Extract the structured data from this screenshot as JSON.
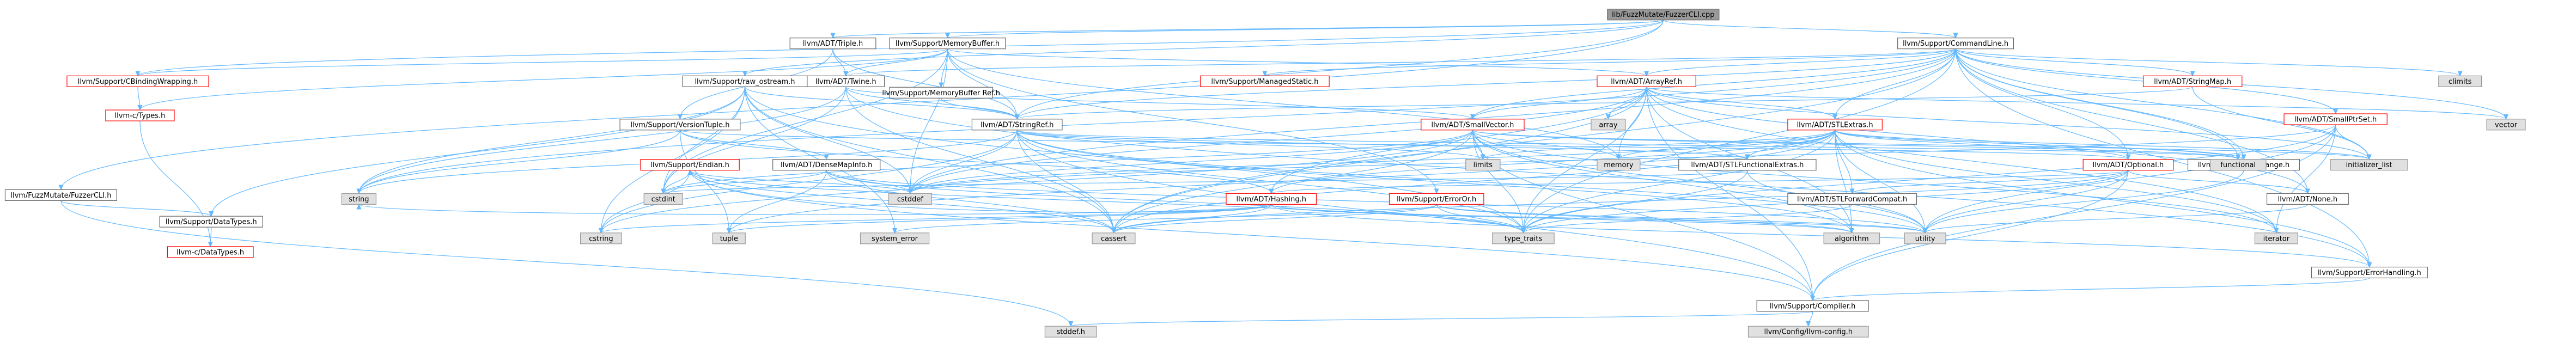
{
  "colors": {
    "root_fill": "#999999",
    "root_stroke": "#666666",
    "default_fill": "#ffffff",
    "default_stroke": "#666666",
    "highlight_stroke": "#ff0000",
    "system_fill": "#e0e0e0",
    "system_stroke": "#999999",
    "edge": "#63b8ff",
    "arrow_head": "#63b8ff",
    "text": "#000000"
  },
  "nodes": {
    "root": {
      "label": "lib/FuzzMutate/FuzzerCLI.cpp",
      "kind": "root"
    },
    "fuzzercli_h": {
      "label": "llvm/FuzzMutate/FuzzerCLI.h",
      "kind": "default"
    },
    "triple": {
      "label": "llvm/ADT/Triple.h",
      "kind": "default"
    },
    "memorybuffer": {
      "label": "llvm/Support/MemoryBuffer.h",
      "kind": "default"
    },
    "commandline": {
      "label": "llvm/Support/CommandLine.h",
      "kind": "default"
    },
    "cbinding": {
      "label": "llvm/Support/CBindingWrapping.h",
      "kind": "highlight"
    },
    "ctypes": {
      "label": "llvm-c/Types.h",
      "kind": "highlight"
    },
    "datatypes": {
      "label": "llvm/Support/DataTypes.h",
      "kind": "default"
    },
    "cdatatypes": {
      "label": "llvm-c/DataTypes.h",
      "kind": "highlight"
    },
    "twine": {
      "label": "llvm/ADT/Twine.h",
      "kind": "default"
    },
    "rawostream": {
      "label": "llvm/Support/raw_ostream.h",
      "kind": "default"
    },
    "memorybufferref": {
      "label": "llvm/Support/MemoryBuffer Ref.h",
      "kind": "default"
    },
    "managedstatic": {
      "label": "llvm/Support/ManagedStatic.h",
      "kind": "highlight"
    },
    "arrayref": {
      "label": "llvm/ADT/ArrayRef.h",
      "kind": "highlight"
    },
    "stringmap": {
      "label": "llvm/ADT/StringMap.h",
      "kind": "highlight"
    },
    "smallptrset": {
      "label": "llvm/ADT/SmallPtrSet.h",
      "kind": "highlight"
    },
    "versiontuple": {
      "label": "llvm/Support/VersionTuple.h",
      "kind": "default"
    },
    "stringref": {
      "label": "llvm/ADT/StringRef.h",
      "kind": "default"
    },
    "smallvector": {
      "label": "llvm/ADT/SmallVector.h",
      "kind": "highlight"
    },
    "stlextras": {
      "label": "llvm/ADT/STLExtras.h",
      "kind": "highlight"
    },
    "endian": {
      "label": "llvm/Support/Endian.h",
      "kind": "highlight"
    },
    "densemapinfo": {
      "label": "llvm/ADT/DenseMapInfo.h",
      "kind": "default"
    },
    "stlfunctional": {
      "label": "llvm/ADT/STLFunctionalExtras.h",
      "kind": "default"
    },
    "optional": {
      "label": "llvm/ADT/Optional.h",
      "kind": "highlight"
    },
    "iteratorrange": {
      "label": "llvm/ADT/iterator_range.h",
      "kind": "default"
    },
    "hashing": {
      "label": "llvm/ADT/Hashing.h",
      "kind": "highlight"
    },
    "erroror": {
      "label": "llvm/Support/ErrorOr.h",
      "kind": "highlight"
    },
    "stlforward": {
      "label": "llvm/ADT/STLForwardCompat.h",
      "kind": "default"
    },
    "none": {
      "label": "llvm/ADT/None.h",
      "kind": "default"
    },
    "errorhandling": {
      "label": "llvm/Support/ErrorHandling.h",
      "kind": "default"
    },
    "compiler": {
      "label": "llvm/Support/Compiler.h",
      "kind": "default"
    },
    "config": {
      "label": "llvm/Config/llvm-config.h",
      "kind": "system"
    },
    "stddef": {
      "label": "stddef.h",
      "kind": "system"
    },
    "climits": {
      "label": "climits",
      "kind": "system"
    },
    "vector": {
      "label": "vector",
      "kind": "system"
    },
    "array": {
      "label": "array",
      "kind": "system"
    },
    "memory": {
      "label": "memory",
      "kind": "system"
    },
    "limits": {
      "label": "limits",
      "kind": "system"
    },
    "functional": {
      "label": "functional",
      "kind": "system"
    },
    "initializer_list": {
      "label": "initializer_list",
      "kind": "system"
    },
    "cstdint": {
      "label": "cstdint",
      "kind": "system"
    },
    "cstddef": {
      "label": "cstddef",
      "kind": "system"
    },
    "string": {
      "label": "string",
      "kind": "system"
    },
    "cstring": {
      "label": "cstring",
      "kind": "system"
    },
    "tuple": {
      "label": "tuple",
      "kind": "system"
    },
    "system_error": {
      "label": "system_error",
      "kind": "system"
    },
    "cassert": {
      "label": "cassert",
      "kind": "system"
    },
    "type_traits": {
      "label": "type_traits",
      "kind": "system"
    },
    "algorithm": {
      "label": "algorithm",
      "kind": "system"
    },
    "utility": {
      "label": "utility",
      "kind": "system"
    },
    "iterator": {
      "label": "iterator",
      "kind": "system"
    }
  },
  "edges": [
    [
      "root",
      "fuzzercli_h"
    ],
    [
      "root",
      "triple"
    ],
    [
      "root",
      "memorybuffer"
    ],
    [
      "root",
      "commandline"
    ],
    [
      "root",
      "stringref"
    ],
    [
      "root",
      "rawostream"
    ],
    [
      "root",
      "cbinding"
    ],
    [
      "fuzzercli_h",
      "datatypes"
    ],
    [
      "fuzzercli_h",
      "stddef"
    ],
    [
      "triple",
      "twine"
    ],
    [
      "triple",
      "versiontuple"
    ],
    [
      "triple",
      "stringref"
    ],
    [
      "memorybuffer",
      "ctypes"
    ],
    [
      "memorybuffer",
      "cbinding"
    ],
    [
      "memorybuffer",
      "arrayref"
    ],
    [
      "memorybuffer",
      "stringref"
    ],
    [
      "memorybuffer",
      "twine"
    ],
    [
      "memorybuffer",
      "memorybufferref"
    ],
    [
      "memorybuffer",
      "erroror"
    ],
    [
      "memorybuffer",
      "cstddef"
    ],
    [
      "memorybuffer",
      "cstdint"
    ],
    [
      "memorybuffer",
      "memory"
    ],
    [
      "commandline",
      "arrayref"
    ],
    [
      "commandline",
      "optional"
    ],
    [
      "commandline",
      "stlextras"
    ],
    [
      "commandline",
      "smallptrset"
    ],
    [
      "commandline",
      "smallvector"
    ],
    [
      "commandline",
      "stringmap"
    ],
    [
      "commandline",
      "stringref"
    ],
    [
      "commandline",
      "twine"
    ],
    [
      "commandline",
      "iteratorrange"
    ],
    [
      "commandline",
      "errorhandling"
    ],
    [
      "commandline",
      "managedstatic"
    ],
    [
      "commandline",
      "raw_ostream_dummy"
    ],
    [
      "commandline",
      "climits"
    ],
    [
      "commandline",
      "vector"
    ],
    [
      "commandline",
      "functional"
    ],
    [
      "commandline",
      "initializer_list"
    ],
    [
      "commandline",
      "cassert"
    ],
    [
      "commandline",
      "cstddef"
    ],
    [
      "commandline",
      "string"
    ],
    [
      "commandline",
      "type_traits"
    ],
    [
      "commandline",
      "none"
    ],
    [
      "cbinding",
      "ctypes"
    ],
    [
      "ctypes",
      "cdatatypes"
    ],
    [
      "datatypes",
      "cdatatypes"
    ],
    [
      "twine",
      "smallvector"
    ],
    [
      "twine",
      "stringref"
    ],
    [
      "twine",
      "errorhandling"
    ],
    [
      "twine",
      "cassert"
    ],
    [
      "twine",
      "cstdint"
    ],
    [
      "twine",
      "string"
    ],
    [
      "rawostream",
      "stringref"
    ],
    [
      "rawostream",
      "datatypes"
    ],
    [
      "rawostream",
      "cassert"
    ],
    [
      "rawostream",
      "cstddef"
    ],
    [
      "rawostream",
      "cstdint"
    ],
    [
      "rawostream",
      "cstring"
    ],
    [
      "rawostream",
      "string"
    ],
    [
      "rawostream",
      "system_error"
    ],
    [
      "rawostream",
      "type_traits"
    ],
    [
      "memorybufferref",
      "stringref"
    ],
    [
      "arrayref",
      "hashing"
    ],
    [
      "arrayref",
      "none"
    ],
    [
      "arrayref",
      "smallvector"
    ],
    [
      "arrayref",
      "stlextras"
    ],
    [
      "arrayref",
      "compiler"
    ],
    [
      "arrayref",
      "algorithm"
    ],
    [
      "arrayref",
      "array"
    ],
    [
      "arrayref",
      "cassert"
    ],
    [
      "arrayref",
      "cstddef"
    ],
    [
      "arrayref",
      "initializer_list"
    ],
    [
      "arrayref",
      "iterator"
    ],
    [
      "arrayref",
      "memory"
    ],
    [
      "arrayref",
      "type_traits"
    ],
    [
      "arrayref",
      "vector"
    ],
    [
      "stringmap",
      "stringref"
    ],
    [
      "stringmap",
      "initializer_list"
    ],
    [
      "smallptrset",
      "compiler"
    ],
    [
      "smallptrset",
      "type_traits"
    ],
    [
      "smallptrset",
      "utility"
    ],
    [
      "smallptrset",
      "initializer_list"
    ],
    [
      "smallptrset",
      "iterator"
    ],
    [
      "smallptrset",
      "cstddef"
    ],
    [
      "versiontuple",
      "densemapinfo"
    ],
    [
      "versiontuple",
      "hashing"
    ],
    [
      "versiontuple",
      "optional"
    ],
    [
      "versiontuple",
      "string"
    ],
    [
      "versiontuple",
      "tuple"
    ],
    [
      "stringref",
      "stlfunctional"
    ],
    [
      "stringref",
      "iteratorrange"
    ],
    [
      "stringref",
      "compiler"
    ],
    [
      "stringref",
      "algorithm"
    ],
    [
      "stringref",
      "cassert"
    ],
    [
      "stringref",
      "cstddef"
    ],
    [
      "stringref",
      "cstring"
    ],
    [
      "stringref",
      "limits"
    ],
    [
      "stringref",
      "string"
    ],
    [
      "stringref",
      "type_traits"
    ],
    [
      "stringref",
      "utility"
    ],
    [
      "smallvector",
      "compiler"
    ],
    [
      "smallvector",
      "algorithm"
    ],
    [
      "smallvector",
      "cassert"
    ],
    [
      "smallvector",
      "cstddef"
    ],
    [
      "smallvector",
      "cstdint"
    ],
    [
      "smallvector",
      "cstring"
    ],
    [
      "smallvector",
      "functional"
    ],
    [
      "smallvector",
      "initializer_list"
    ],
    [
      "smallvector",
      "iterator"
    ],
    [
      "smallvector",
      "limits"
    ],
    [
      "smallvector",
      "memory"
    ],
    [
      "smallvector",
      "new"
    ],
    [
      "smallvector",
      "type_traits"
    ],
    [
      "smallvector",
      "utility"
    ],
    [
      "stlextras",
      "hashing"
    ],
    [
      "stlextras",
      "stlforward"
    ],
    [
      "stlextras",
      "stlfunctional"
    ],
    [
      "stlextras",
      "iteratorrange"
    ],
    [
      "stlextras",
      "optional"
    ],
    [
      "stlextras",
      "errorhandling"
    ],
    [
      "stlextras",
      "algorithm"
    ],
    [
      "stlextras",
      "cassert"
    ],
    [
      "stlextras",
      "cstddef"
    ],
    [
      "stlextras",
      "functional"
    ],
    [
      "stlextras",
      "initializer_list"
    ],
    [
      "stlextras",
      "iterator"
    ],
    [
      "stlextras",
      "limits"
    ],
    [
      "stlextras",
      "memory"
    ],
    [
      "stlextras",
      "tuple"
    ],
    [
      "stlextras",
      "type_traits"
    ],
    [
      "stlextras",
      "utility"
    ],
    [
      "endian",
      "compiler"
    ],
    [
      "endian",
      "cassert"
    ],
    [
      "endian",
      "cstddef"
    ],
    [
      "endian",
      "cstdint"
    ],
    [
      "endian",
      "cstring"
    ],
    [
      "endian",
      "type_traits"
    ],
    [
      "densemapinfo",
      "cassert"
    ],
    [
      "densemapinfo",
      "cstddef"
    ],
    [
      "densemapinfo",
      "cstdint"
    ],
    [
      "densemapinfo",
      "tuple"
    ],
    [
      "densemapinfo",
      "type_traits"
    ],
    [
      "densemapinfo",
      "utility"
    ],
    [
      "stlfunctional",
      "stlextras_dummy"
    ],
    [
      "stlfunctional",
      "cstdint"
    ],
    [
      "stlfunctional",
      "type_traits"
    ],
    [
      "stlfunctional",
      "utility"
    ],
    [
      "optional",
      "hashing"
    ],
    [
      "optional",
      "none"
    ],
    [
      "optional",
      "stlforward"
    ],
    [
      "optional",
      "compiler"
    ],
    [
      "optional",
      "cassert"
    ],
    [
      "optional",
      "new"
    ],
    [
      "optional",
      "type_traits"
    ],
    [
      "optional",
      "utility"
    ],
    [
      "iteratorrange",
      "utility"
    ],
    [
      "hashing",
      "errorhandling"
    ],
    [
      "hashing",
      "endian"
    ],
    [
      "hashing",
      "algorithm"
    ],
    [
      "hashing",
      "cassert"
    ],
    [
      "hashing",
      "cstring"
    ],
    [
      "hashing",
      "string"
    ],
    [
      "hashing",
      "tuple"
    ],
    [
      "hashing",
      "utility"
    ],
    [
      "erroror",
      "algorithm"
    ],
    [
      "erroror",
      "cassert"
    ],
    [
      "erroror",
      "system_error"
    ],
    [
      "erroror",
      "type_traits"
    ],
    [
      "erroror",
      "utility"
    ],
    [
      "stlforward",
      "type_traits"
    ],
    [
      "none",
      "utility"
    ],
    [
      "errorhandling",
      "compiler"
    ],
    [
      "compiler",
      "config"
    ],
    [
      "compiler",
      "stddef"
    ]
  ]
}
